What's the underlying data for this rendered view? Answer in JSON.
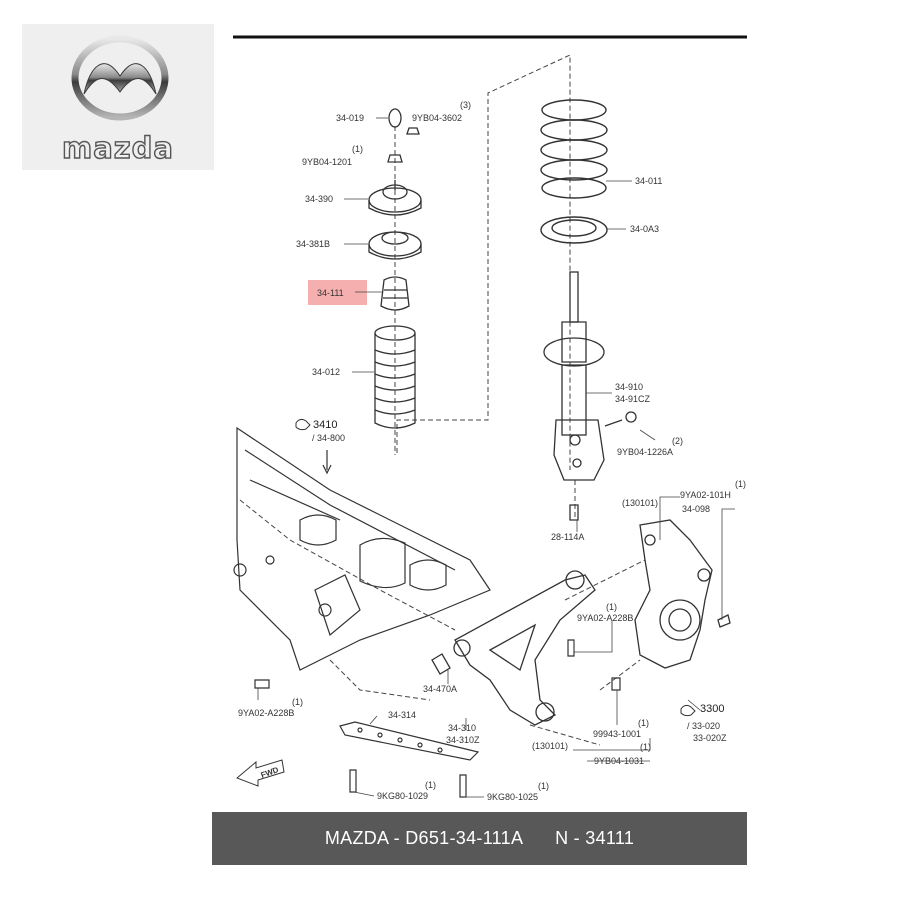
{
  "brand": {
    "name": "MAZDA",
    "wordmark": "mazda"
  },
  "highlight_part": "34-111",
  "callouts": {
    "c34019": "34-019",
    "c9yb043602": "9YB04-3602",
    "q3": "(3)",
    "c9yb041201": "9YB04-1201",
    "q1a": "(1)",
    "c34390": "34-390",
    "c34381b": "34-381B",
    "c34111": "34-111",
    "c34012": "34-012",
    "c34011": "34-011",
    "c340a3": "34-0A3",
    "c34910": "34-910",
    "c3491cz": "34-91CZ",
    "c9yb041226a": "9YB04-1226A",
    "q2": "(2)",
    "c3410": "3410",
    "c34800": "/ 34-800",
    "c130101a": "(130101)",
    "c9ya02101h": "9YA02-101H",
    "q1b": "(1)",
    "c34098": "34-098",
    "c28114a": "28-114A",
    "c9ya02a228b": "9YA02-A228B",
    "q1c": "(1)",
    "c9ya02a228b2": "9YA02-A228B",
    "q1d": "(1)",
    "c34470a": "34-470A",
    "c34314": "34-314",
    "c34310": "34-310",
    "c34310z": "34-310Z",
    "c99943": "99943-1001",
    "q1e": "(1)",
    "c130101b": "(130101)",
    "q1f": "(1)",
    "c9yb041031": "9YB04-1031",
    "c3300": "3300",
    "c33020": "/ 33-020",
    "c33020z": "33-020Z",
    "c9kg801029": "9KG80-1029",
    "q1g": "(1)",
    "c9kg801025": "9KG80-1025",
    "q1h": "(1)",
    "fwd": "FWD"
  },
  "caption": {
    "left": "MAZDA - D651-34-111A",
    "right": "N - 34111"
  }
}
